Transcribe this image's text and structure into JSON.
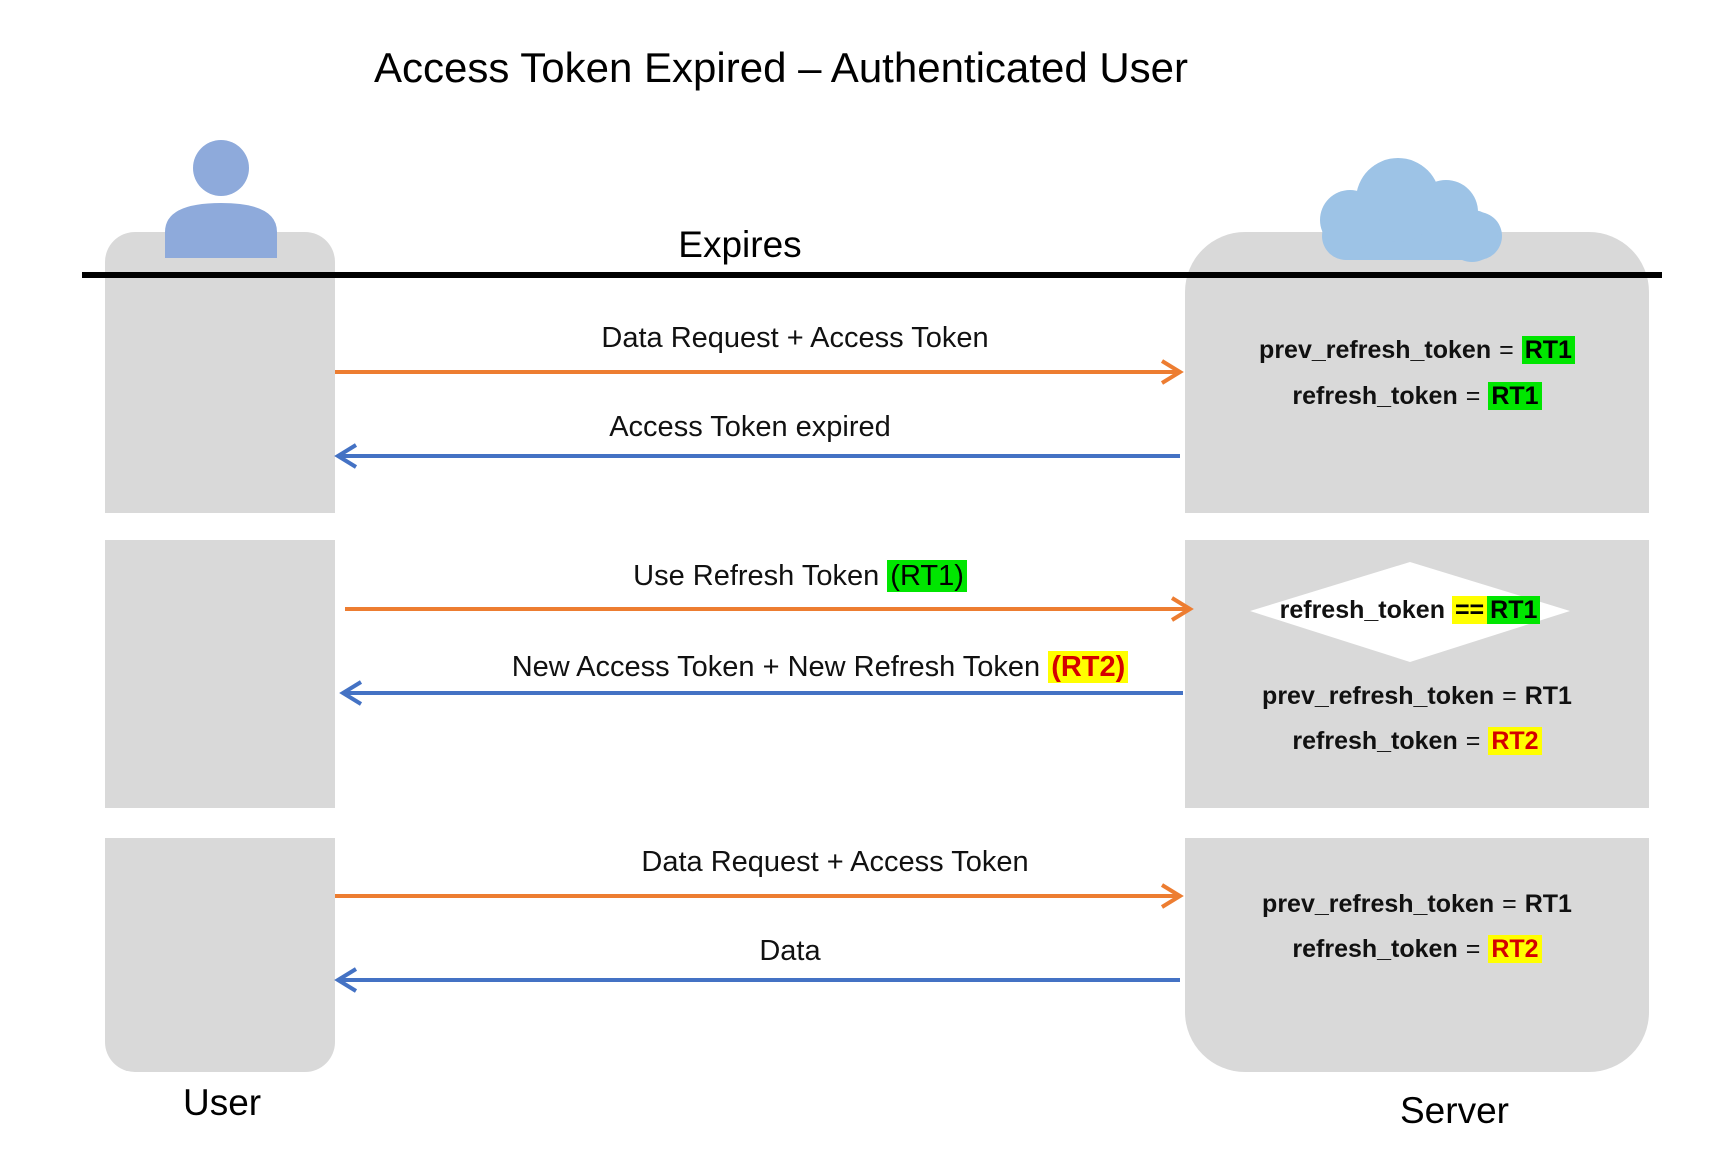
{
  "title": "Access Token Expired – Authenticated User",
  "expires_label": "Expires",
  "actors": {
    "user": "User",
    "server": "Server"
  },
  "icons": {
    "user": "user-icon",
    "server": "cloud-icon"
  },
  "colors": {
    "request_arrow": "#ed7d31",
    "response_arrow": "#4472c4",
    "panel": "#d9d9d9",
    "highlight_green": "#00e600",
    "highlight_yellow": "#ffff00",
    "highlight_red_text": "#d40000"
  },
  "stage1": {
    "request": "Data Request + Access Token",
    "response": "Access Token expired",
    "server": {
      "prev_label": "prev_refresh_token",
      "prev_value": "RT1",
      "cur_label": "refresh_token",
      "cur_value": "RT1",
      "eq": "="
    }
  },
  "stage2": {
    "request_prefix": "Use Refresh Token ",
    "request_token": "(RT1)",
    "response_prefix": "New Access Token + New Refresh Token ",
    "response_token": "(RT2)",
    "check": {
      "label": "refresh_token",
      "op": "==",
      "value": "RT1"
    },
    "server": {
      "prev_label": "prev_refresh_token",
      "prev_value": "RT1",
      "cur_label": "refresh_token",
      "cur_value": "RT2",
      "eq": "="
    }
  },
  "stage3": {
    "request": "Data Request + Access Token",
    "response": "Data",
    "server": {
      "prev_label": "prev_refresh_token",
      "prev_value": "RT1",
      "cur_label": "refresh_token",
      "cur_value": "RT2",
      "eq": "="
    }
  }
}
